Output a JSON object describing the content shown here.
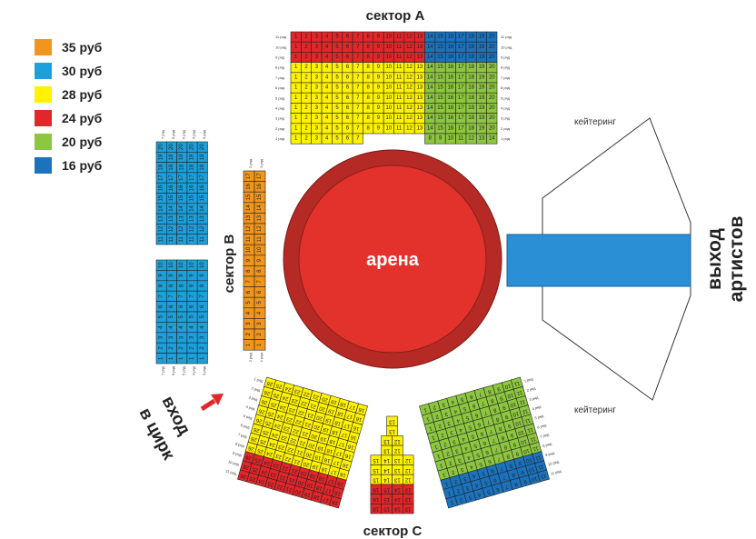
{
  "legend": [
    {
      "label": "35 руб",
      "color": "#f0961e",
      "tier": "35"
    },
    {
      "label": "30 руб",
      "color": "#1ba0dc",
      "tier": "30"
    },
    {
      "label": "28 руб",
      "color": "#fff200",
      "tier": "28"
    },
    {
      "label": "24 руб",
      "color": "#e3262a",
      "tier": "24"
    },
    {
      "label": "20 руб",
      "color": "#8dc63f",
      "tier": "20"
    },
    {
      "label": "16 руб",
      "color": "#1b72bd",
      "tier": "16"
    }
  ],
  "labels": {
    "sector_a": "сектор А",
    "sector_b": "сектор В",
    "sector_c": "сектор С",
    "arena": "арена",
    "catering_top": "кейтеринг",
    "catering_bottom": "кейтеринг",
    "artists_exit_1": "выход",
    "artists_exit_2": "артистов",
    "entrance_1": "вход",
    "entrance_2": "в цирк",
    "row_suffix": "ряд"
  },
  "colors": {
    "arena_outer": "#b52a25",
    "arena_inner": "#e3322b",
    "exit_passage": "#2b8fd6"
  },
  "sector_a": {
    "rows": [
      {
        "row": 11,
        "segments": [
          {
            "from": 1,
            "to": 13,
            "tier": "24"
          },
          {
            "from": 14,
            "to": 20,
            "tier": "16"
          }
        ]
      },
      {
        "row": 10,
        "segments": [
          {
            "from": 1,
            "to": 13,
            "tier": "24"
          },
          {
            "from": 14,
            "to": 20,
            "tier": "16"
          }
        ]
      },
      {
        "row": 9,
        "segments": [
          {
            "from": 1,
            "to": 13,
            "tier": "24"
          },
          {
            "from": 14,
            "to": 20,
            "tier": "16"
          }
        ]
      },
      {
        "row": 8,
        "segments": [
          {
            "from": 1,
            "to": 13,
            "tier": "28"
          },
          {
            "from": 14,
            "to": 20,
            "tier": "20"
          }
        ]
      },
      {
        "row": 7,
        "segments": [
          {
            "from": 1,
            "to": 13,
            "tier": "28"
          },
          {
            "from": 14,
            "to": 20,
            "tier": "20"
          }
        ]
      },
      {
        "row": 6,
        "segments": [
          {
            "from": 1,
            "to": 13,
            "tier": "28"
          },
          {
            "from": 14,
            "to": 20,
            "tier": "20"
          }
        ]
      },
      {
        "row": 5,
        "segments": [
          {
            "from": 1,
            "to": 13,
            "tier": "28"
          },
          {
            "from": 14,
            "to": 20,
            "tier": "20"
          }
        ]
      },
      {
        "row": 4,
        "segments": [
          {
            "from": 1,
            "to": 13,
            "tier": "28"
          },
          {
            "from": 14,
            "to": 20,
            "tier": "20"
          }
        ]
      },
      {
        "row": 3,
        "segments": [
          {
            "from": 1,
            "to": 13,
            "tier": "28"
          },
          {
            "from": 14,
            "to": 20,
            "tier": "20"
          }
        ]
      },
      {
        "row": 2,
        "segments": [
          {
            "from": 1,
            "to": 13,
            "tier": "28"
          },
          {
            "from": 14,
            "to": 20,
            "tier": "20"
          }
        ]
      },
      {
        "row": 1,
        "segments": [
          {
            "from": 1,
            "to": 7,
            "tier": "28"
          },
          {
            "from": 8,
            "to": 14,
            "tier": "20",
            "align": "right"
          }
        ]
      }
    ]
  },
  "sector_b": {
    "blue_upper": {
      "rows": [
        7,
        6,
        5,
        4,
        3
      ],
      "from": 11,
      "to": 20,
      "tier": "30"
    },
    "blue_lower": {
      "rows": [
        7,
        6,
        5,
        4,
        3
      ],
      "from": 1,
      "to": 10,
      "tier": "30"
    },
    "orange": {
      "rows": [
        2,
        1
      ],
      "from": 1,
      "to": 17,
      "tier": "35"
    }
  },
  "sector_c": {
    "left": {
      "rows": [
        1,
        2,
        3,
        4,
        5,
        6,
        7,
        8,
        9,
        10,
        11
      ],
      "from": 16,
      "to": 26,
      "tiers": [
        "28",
        "28",
        "28",
        "28",
        "28",
        "28",
        "28",
        "28",
        "24",
        "24",
        "24"
      ]
    },
    "center": [
      {
        "seats": [
          13
        ],
        "tier": "28"
      },
      {
        "seats": [
          13
        ],
        "tier": "28"
      },
      {
        "seats": [
          12,
          13
        ],
        "tier": "28"
      },
      {
        "seats": [
          12,
          13
        ],
        "tier": "28"
      },
      {
        "seats": [
          12,
          13,
          14,
          15
        ],
        "tier": "28"
      },
      {
        "seats": [
          12,
          13,
          14,
          15
        ],
        "tier": "28"
      },
      {
        "seats": [
          12,
          13,
          14,
          15
        ],
        "tier": "28"
      },
      {
        "seats": [
          13,
          14,
          15,
          16
        ],
        "tier": "24"
      },
      {
        "seats": [
          13,
          14,
          15,
          16
        ],
        "tier": "24"
      },
      {
        "seats": [
          13,
          14,
          15,
          16
        ],
        "tier": "24"
      }
    ],
    "right": {
      "rows": [
        1,
        2,
        3,
        4,
        5,
        6,
        7,
        8,
        9,
        10,
        11
      ],
      "from": 1,
      "to": 11,
      "tiers": [
        "20",
        "20",
        "20",
        "20",
        "20",
        "20",
        "20",
        "20",
        "16",
        "16",
        "16"
      ]
    }
  }
}
